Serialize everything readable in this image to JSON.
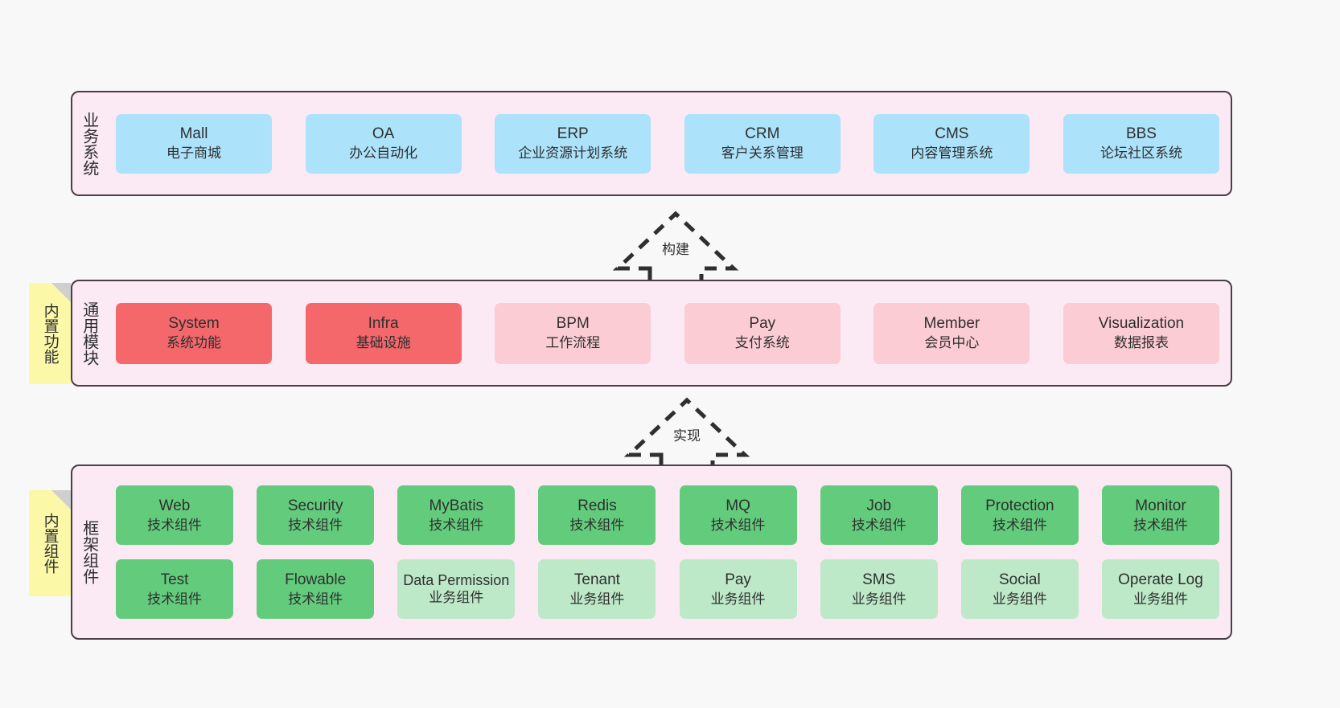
{
  "layers": [
    {
      "id": "business-systems",
      "title": "业务系统",
      "rows": [
        {
          "style": "biz",
          "nodes": [
            {
              "title": "Mall",
              "subtitle": "电子商城"
            },
            {
              "title": "OA",
              "subtitle": "办公自动化"
            },
            {
              "title": "ERP",
              "subtitle": "企业资源计划系统"
            },
            {
              "title": "CRM",
              "subtitle": "客户关系管理"
            },
            {
              "title": "CMS",
              "subtitle": "内容管理系统"
            },
            {
              "title": "BBS",
              "subtitle": "论坛社区系统"
            }
          ]
        }
      ]
    },
    {
      "id": "common-modules",
      "title": "通用模块",
      "note": "内置功能",
      "rows": [
        {
          "style": "mod",
          "nodes": [
            {
              "title": "System",
              "subtitle": "系统功能",
              "emphasis": "strong"
            },
            {
              "title": "Infra",
              "subtitle": "基础设施",
              "emphasis": "strong"
            },
            {
              "title": "BPM",
              "subtitle": "工作流程",
              "emphasis": "soft"
            },
            {
              "title": "Pay",
              "subtitle": "支付系统",
              "emphasis": "soft"
            },
            {
              "title": "Member",
              "subtitle": "会员中心",
              "emphasis": "soft"
            },
            {
              "title": "Visualization",
              "subtitle": "数据报表",
              "emphasis": "soft"
            }
          ]
        }
      ]
    },
    {
      "id": "framework-components",
      "title": "框架组件",
      "note": "内置组件",
      "rows": [
        {
          "style": "fw",
          "nodes": [
            {
              "title": "Web",
              "subtitle": "技术组件",
              "emphasis": "tech"
            },
            {
              "title": "Security",
              "subtitle": "技术组件",
              "emphasis": "tech"
            },
            {
              "title": "MyBatis",
              "subtitle": "技术组件",
              "emphasis": "tech"
            },
            {
              "title": "Redis",
              "subtitle": "技术组件",
              "emphasis": "tech"
            },
            {
              "title": "MQ",
              "subtitle": "技术组件",
              "emphasis": "tech"
            },
            {
              "title": "Job",
              "subtitle": "技术组件",
              "emphasis": "tech"
            },
            {
              "title": "Protection",
              "subtitle": "技术组件",
              "emphasis": "tech"
            },
            {
              "title": "Monitor",
              "subtitle": "技术组件",
              "emphasis": "tech"
            }
          ]
        },
        {
          "style": "fw",
          "nodes": [
            {
              "title": "Test",
              "subtitle": "技术组件",
              "emphasis": "tech"
            },
            {
              "title": "Flowable",
              "subtitle": "技术组件",
              "emphasis": "tech"
            },
            {
              "title": "Data Permission",
              "subtitle": "业务组件",
              "emphasis": "biz",
              "wrap": true
            },
            {
              "title": "Tenant",
              "subtitle": "业务组件",
              "emphasis": "biz"
            },
            {
              "title": "Pay",
              "subtitle": "业务组件",
              "emphasis": "biz"
            },
            {
              "title": "SMS",
              "subtitle": "业务组件",
              "emphasis": "biz"
            },
            {
              "title": "Social",
              "subtitle": "业务组件",
              "emphasis": "biz"
            },
            {
              "title": "Operate Log",
              "subtitle": "业务组件",
              "emphasis": "biz"
            }
          ]
        }
      ]
    }
  ],
  "connectors": [
    {
      "id": "build",
      "label": "构建"
    },
    {
      "id": "implement",
      "label": "实现"
    }
  ],
  "colors": {
    "layer_background": "#fbe9f3",
    "layer_border": "#4a3f46",
    "business_node": "#ace3fb",
    "module_strong": "#f4676b",
    "module_soft": "#fcccd4",
    "tech_component": "#63cc7c",
    "biz_component": "#bde9c8",
    "sticky_note": "#fbf8a8",
    "page_background": "#f8f8f8"
  }
}
